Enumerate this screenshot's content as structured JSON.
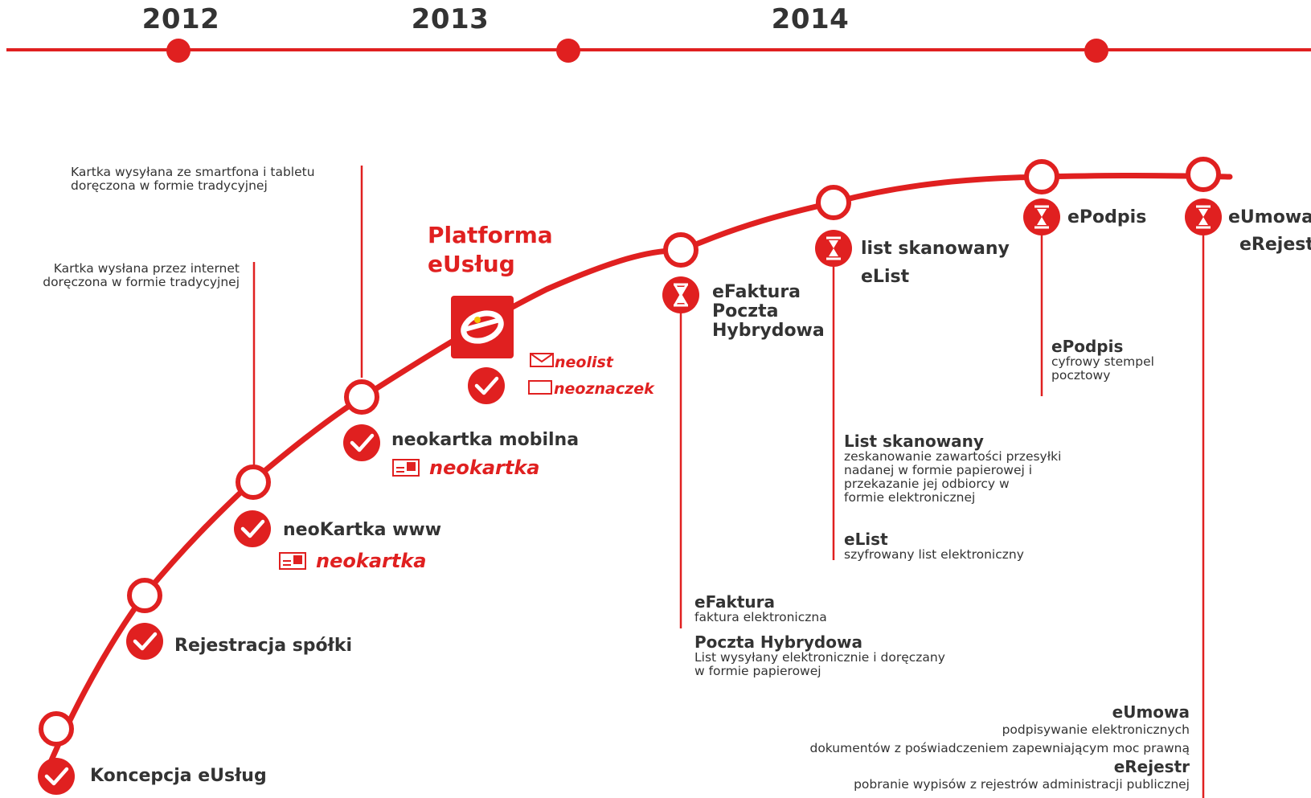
{
  "timeline": {
    "years": [
      "2012",
      "2013",
      "2014"
    ]
  },
  "milestones": {
    "koncepcja": "Koncepcja eUsług",
    "rejestracja": "Rejestracja spółki",
    "neokartka_www": "neoKartka www",
    "neokartka_mobilna": "neokartka mobilna",
    "efaktura_title": "eFaktura\nPoczta\nHybrydowa",
    "list_skanowany": "list skanowany",
    "elist": "eList",
    "epodpis": "ePodpis",
    "eumowa": "eUmowa",
    "erejestr": "eRejestr"
  },
  "platform": {
    "line1": "Platforma",
    "line2": "eUsług"
  },
  "brands": {
    "neolist": "neolist",
    "neoznaczek": "neoznaczek",
    "neokartka": "neokartka"
  },
  "notes": {
    "www": "Kartka wysłana przez  internet\ndoręczona w formie tradycyjnej",
    "mobile": "Kartka wysyłana ze smartfona i tabletu\ndoręczona w formie tradycyjnej"
  },
  "details": {
    "epodpis_title": "ePodpis",
    "epodpis_desc": "cyfrowy stempel\npocztowy",
    "listsk_title": "List skanowany",
    "listsk_desc": "zeskanowanie zawartości przesyłki\nnadanej w formie papierowej i\nprzekazanie jej odbiorcy w\nformie elektronicznej",
    "elist_title": "eList",
    "elist_desc": "szyfrowany list elektroniczny",
    "efaktura_title": "eFaktura",
    "efaktura_desc": "faktura  elektroniczna",
    "poczta_title": "Poczta Hybrydowa",
    "poczta_desc": "List  wysyłany elektronicznie i doręczany\nw formie papierowej",
    "eumowa_title": "eUmowa",
    "eumowa_desc": "podpisywanie elektronicznych\ndokumentów z poświadczeniem zapewniającym moc prawną",
    "erejestr_title": "eRejestr",
    "erejestr_desc": "pobranie wypisów z rejestrów administracji publicznej"
  },
  "colors": {
    "accent": "#e02020",
    "text": "#333333"
  }
}
